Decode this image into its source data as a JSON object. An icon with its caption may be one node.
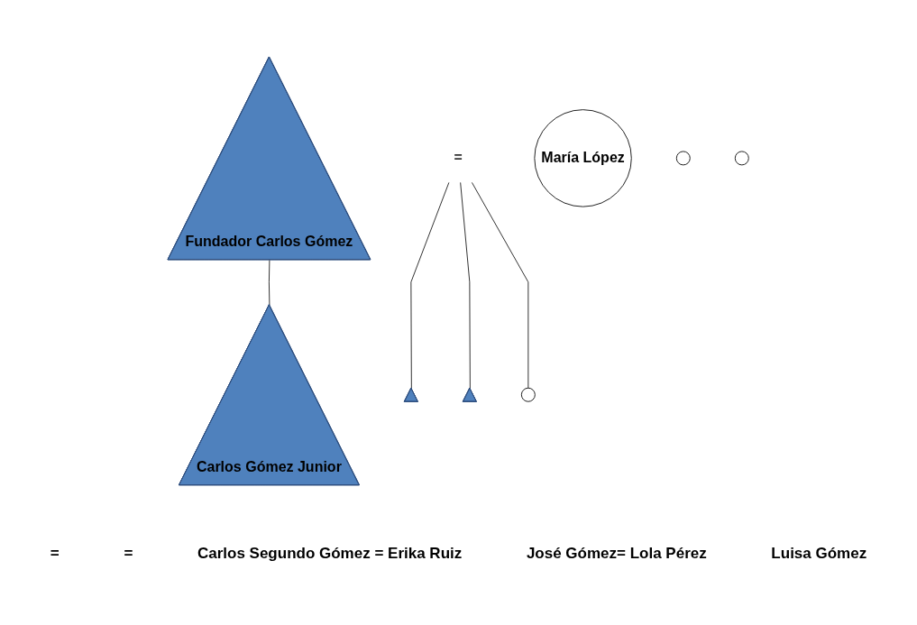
{
  "diagram": {
    "nodes": [
      {
        "text": [
          "Fundador Carlos Gómez"
        ]
      },
      {
        "text": [
          "Carlos Gómez Junior"
        ]
      },
      {
        "text": [
          "="
        ]
      },
      {
        "text": [
          "María López"
        ]
      },
      {
        "text": [],
        "shape": "triangle"
      },
      {
        "text": [],
        "shape": "circle"
      },
      {
        "text": [],
        "shape": "triangle"
      },
      {
        "text": [],
        "shape": "circle"
      },
      {
        "text": [],
        "shape": "circle"
      }
    ],
    "edges": [
      {
        "from": 0,
        "to": 1,
        "arrow": "none"
      },
      {
        "from": 2,
        "to": 4,
        "arrow": "none"
      },
      {
        "from": 2,
        "to": 6,
        "arrow": "none"
      },
      {
        "from": 2,
        "to": 8,
        "arrow": "none"
      }
    ],
    "labels": [
      "=",
      "=",
      "Carlos Segundo Gómez = Erika Ruiz",
      "José Gómez= Lola Pérez",
      "Luisa Gómez"
    ]
  }
}
